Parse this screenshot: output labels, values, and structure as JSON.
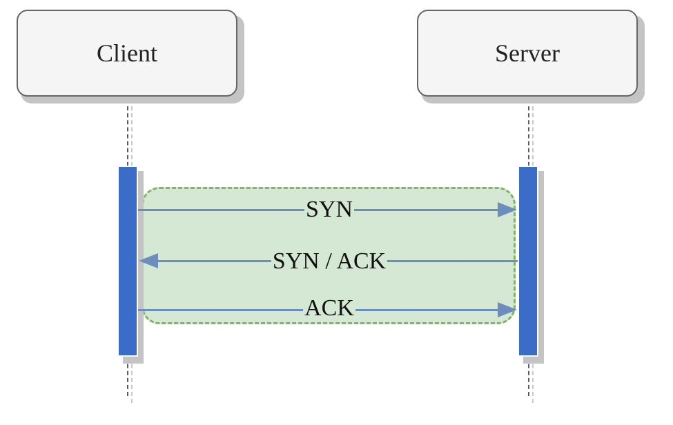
{
  "participants": {
    "client": {
      "label": "Client"
    },
    "server": {
      "label": "Server"
    }
  },
  "group": {
    "fill": "#d5e8d4",
    "stroke": "#82b366"
  },
  "activation_color": "#3b6cc7",
  "message_color": "#6c8ebf",
  "messages": [
    {
      "label": "SYN",
      "from": "Client",
      "to": "Server"
    },
    {
      "label": "SYN / ACK",
      "from": "Server",
      "to": "Client"
    },
    {
      "label": "ACK",
      "from": "Client",
      "to": "Server"
    }
  ]
}
